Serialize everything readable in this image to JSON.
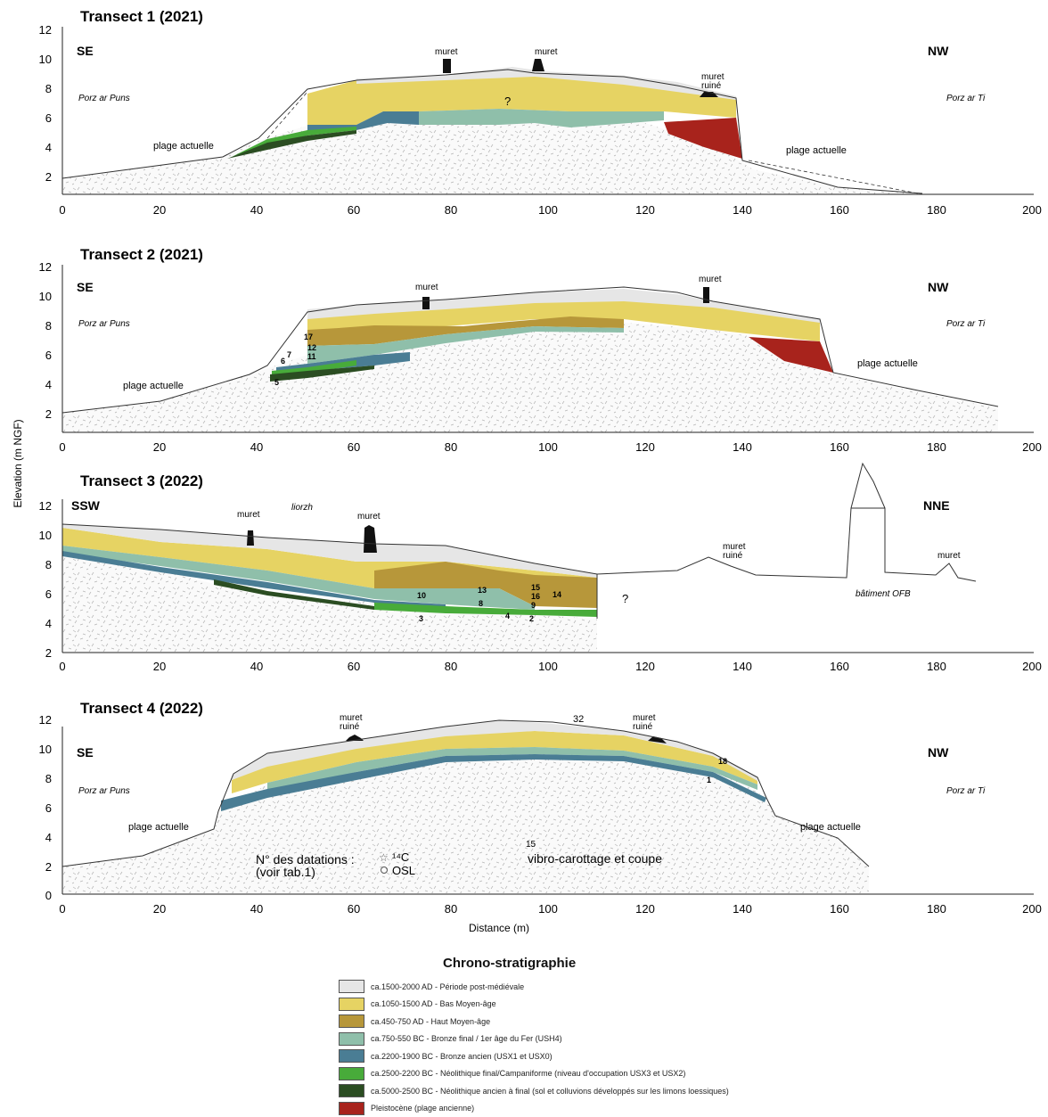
{
  "figure": {
    "y_axis_label": "Elevation (m NGF)",
    "x_axis_label": "Distance (m)"
  },
  "colors": {
    "post_medieval": "#e6e6e6",
    "bas_moyen_age": "#e6d363",
    "haut_moyen_age": "#b7973a",
    "bronze_final": "#8fbfaa",
    "bronze_ancien": "#4a7d94",
    "neolithique_final": "#48ab3a",
    "neolithique_ancien": "#2b4d22",
    "pleistocene": "#a8231c",
    "substrate": "#fafafa",
    "outline": "#333333"
  },
  "transects": [
    {
      "title": "Transect 1 (2021)",
      "left_direction": "SE",
      "right_direction": "NW",
      "left_place": "Porz ar Puns",
      "right_place": "Porz ar Ti",
      "yticks": [
        "12",
        "10",
        "8",
        "6",
        "4",
        "2"
      ],
      "xticks": [
        "0",
        "20",
        "40",
        "60",
        "80",
        "100",
        "120",
        "140",
        "160",
        "180",
        "200"
      ],
      "labels": {
        "beach_left": "plage actuelle",
        "beach_right": "plage actuelle",
        "wall1": "muret",
        "wall2": "muret",
        "wall_ruined": "muret\nruiné",
        "question": "?"
      }
    },
    {
      "title": "Transect 2 (2021)",
      "left_direction": "SE",
      "right_direction": "NW",
      "left_place": "Porz ar Puns",
      "right_place": "Porz ar Ti",
      "yticks": [
        "12",
        "10",
        "8",
        "6",
        "4",
        "2"
      ],
      "xticks": [
        "0",
        "20",
        "40",
        "60",
        "80",
        "100",
        "120",
        "140",
        "160",
        "180",
        "200"
      ],
      "labels": {
        "beach_left": "plage actuelle",
        "beach_right": "plage actuelle",
        "wall1": "muret",
        "wall2": "muret"
      },
      "sample_numbers": [
        "17",
        "12",
        "7",
        "11",
        "6",
        "5"
      ]
    },
    {
      "title": "Transect 3 (2022)",
      "left_direction": "SSW",
      "right_direction": "NNE",
      "yticks": [
        "12",
        "10",
        "8",
        "6",
        "4",
        "2"
      ],
      "xticks": [
        "0",
        "20",
        "40",
        "60",
        "80",
        "100",
        "120",
        "140",
        "160",
        "180",
        "200"
      ],
      "labels": {
        "wall1": "muret",
        "liorzh": "liorzh",
        "wall2": "muret",
        "wall_ruined": "muret\nruiné",
        "wall3": "muret",
        "building": "bâtiment OFB",
        "question": "?"
      },
      "sample_numbers": [
        "10",
        "3",
        "13",
        "8",
        "15",
        "16",
        "9",
        "14",
        "4",
        "2"
      ]
    },
    {
      "title": "Transect 4 (2022)",
      "left_direction": "SE",
      "right_direction": "NW",
      "left_place": "Porz ar Puns",
      "right_place": "Porz ar Ti",
      "yticks": [
        "12",
        "10",
        "8",
        "6",
        "4",
        "2",
        "0"
      ],
      "xticks": [
        "0",
        "20",
        "40",
        "60",
        "80",
        "100",
        "120",
        "140",
        "160",
        "180",
        "200"
      ],
      "labels": {
        "beach_left": "plage actuelle",
        "beach_right": "plage actuelle",
        "wall_ruined1": "muret\nruiné",
        "wall_ruined2": "muret\nruiné",
        "number_32": "32"
      },
      "sample_numbers": [
        "18",
        "1"
      ],
      "key": {
        "dating_title": "N° des datations :",
        "dating_ref": "(voir tab.1)",
        "c14": "¹⁴C",
        "osl": "OSL",
        "core_number": "15",
        "core_label": "vibro-carottage et coupe"
      }
    }
  ],
  "legend": {
    "title": "Chrono-stratigraphie",
    "items": [
      {
        "label": "ca.1500-2000 AD - Période post-médiévale",
        "color": "#e6e6e6"
      },
      {
        "label": "ca.1050-1500 AD - Bas Moyen-âge",
        "color": "#e6d363"
      },
      {
        "label": "ca.450-750 AD - Haut Moyen-âge",
        "color": "#b7973a"
      },
      {
        "label": "ca.750-550 BC - Bronze final / 1er âge du Fer (USH4)",
        "color": "#8fbfaa"
      },
      {
        "label": "ca.2200-1900 BC - Bronze ancien (USX1 et USX0)",
        "color": "#4a7d94"
      },
      {
        "label": "ca.2500-2200 BC - Néolithique final/Campaniforme (niveau d'occupation USX3 et USX2)",
        "color": "#48ab3a"
      },
      {
        "label": "ca.5000-2500 BC - Néolithique ancien à final (sol et colluvions développés sur les limons loessiques)",
        "color": "#2b4d22"
      },
      {
        "label": "Pleistocène (plage ancienne)",
        "color": "#a8231c"
      }
    ]
  }
}
